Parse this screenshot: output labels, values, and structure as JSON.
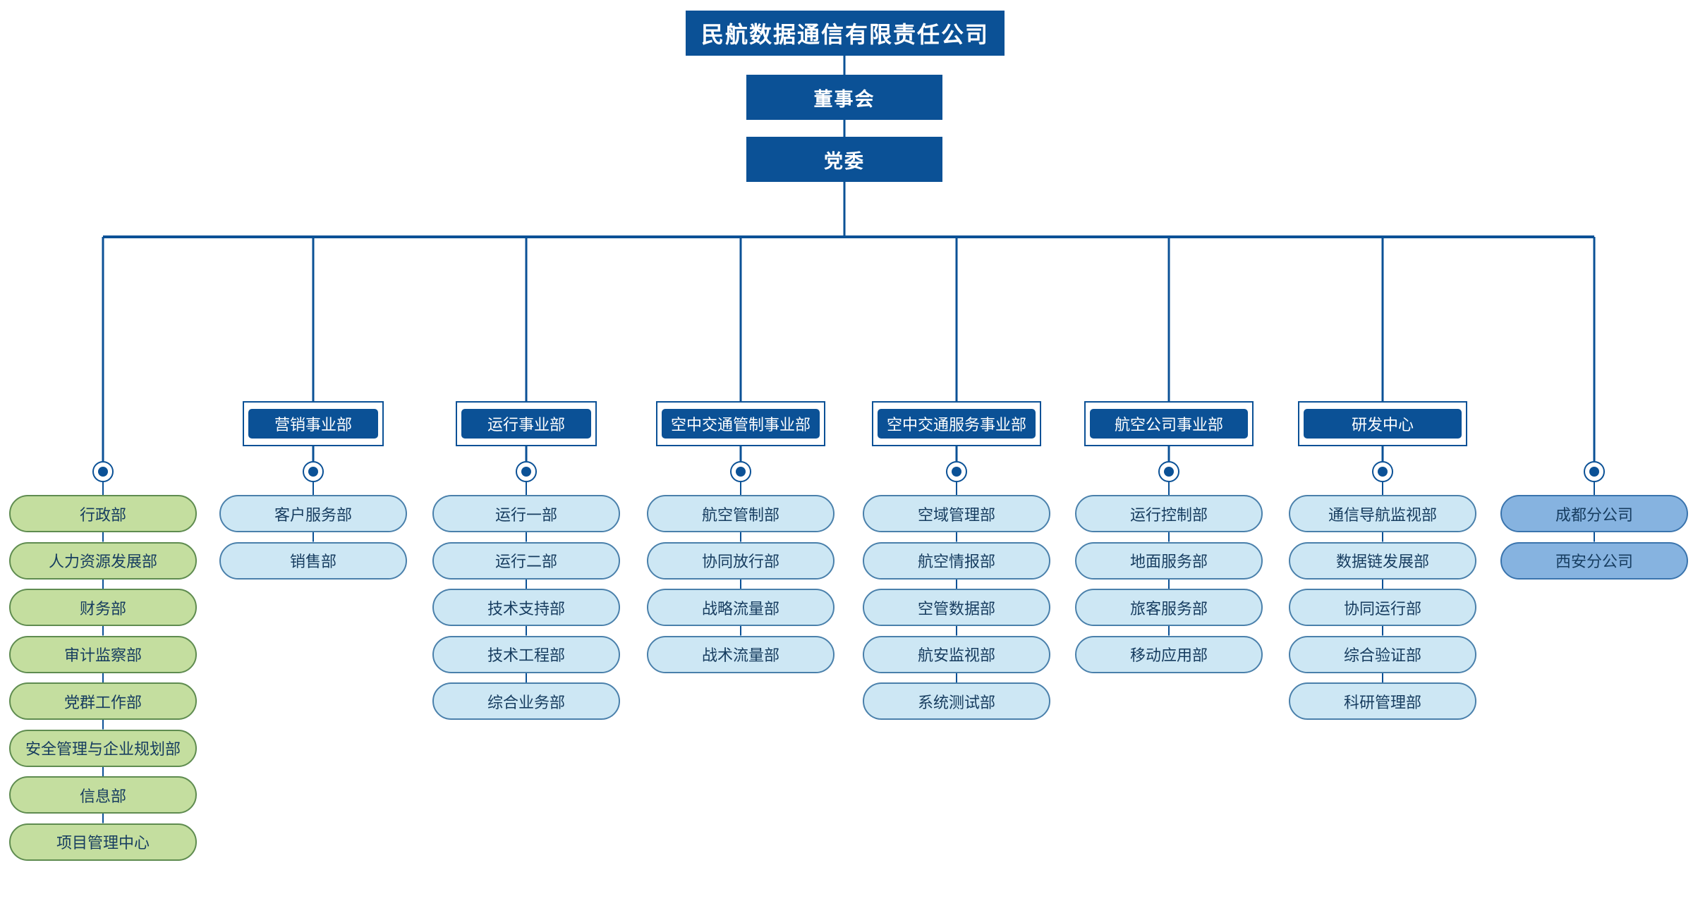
{
  "company": "民航数据通信有限责任公司",
  "board": "董事会",
  "party": "党委",
  "colors": {
    "primary": "#0b5196",
    "admin": "#c4de9f",
    "business": "#cde7f4",
    "branch": "#86b3e0"
  },
  "columns": [
    {
      "kind": "admin",
      "title": "",
      "units": [
        "行政部",
        "人力资源发展部",
        "财务部",
        "审计监察部",
        "党群工作部",
        "安全管理与企业规划部",
        "信息部",
        "项目管理中心"
      ]
    },
    {
      "kind": "biz",
      "title": "营销事业部",
      "units": [
        "客户服务部",
        "销售部"
      ]
    },
    {
      "kind": "biz",
      "title": "运行事业部",
      "units": [
        "运行一部",
        "运行二部",
        "技术支持部",
        "技术工程部",
        "综合业务部"
      ]
    },
    {
      "kind": "biz",
      "title": "空中交通管制事业部",
      "units": [
        "航空管制部",
        "协同放行部",
        "战略流量部",
        "战术流量部"
      ]
    },
    {
      "kind": "biz",
      "title": "空中交通服务事业部",
      "units": [
        "空域管理部",
        "航空情报部",
        "空管数据部",
        "航安监视部",
        "系统测试部"
      ]
    },
    {
      "kind": "biz",
      "title": "航空公司事业部",
      "units": [
        "运行控制部",
        "地面服务部",
        "旅客服务部",
        "移动应用部"
      ]
    },
    {
      "kind": "biz",
      "title": "研发中心",
      "units": [
        "通信导航监视部",
        "数据链发展部",
        "协同运行部",
        "综合验证部",
        "科研管理部"
      ]
    },
    {
      "kind": "branch",
      "title": "",
      "units": [
        "成都分公司",
        "西安分公司"
      ]
    }
  ]
}
